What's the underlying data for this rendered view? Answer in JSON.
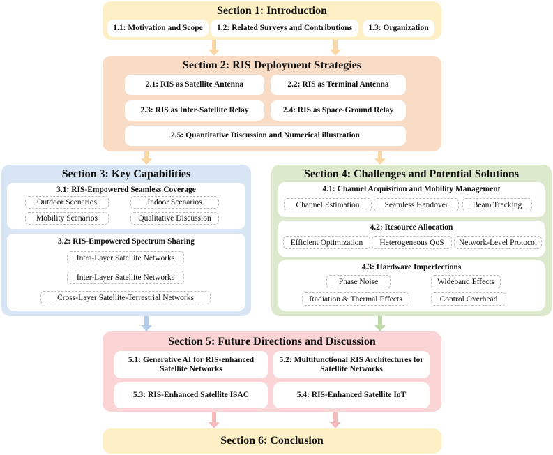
{
  "s1": {
    "title": "Section 1: Introduction",
    "items": [
      "1.1: Motivation and Scope",
      "1.2: Related Surveys and Contributions",
      "1.3: Organization"
    ]
  },
  "s2": {
    "title": "Section 2:  RIS Deployment Strategies",
    "items": [
      "2.1: RIS as Satellite Antenna",
      "2.2: RIS as Terminal Antenna",
      "2.3: RIS as Inter-Satellite Relay",
      "2.4: RIS as Space-Ground Relay",
      "2.5: Quantitative Discussion and Numerical illustration"
    ]
  },
  "s3": {
    "title": "Section 3:  Key Capabilities",
    "g1": {
      "title": "3.1: RIS-Empowered Seamless Coverage",
      "items": [
        "Outdoor Scenarios",
        "Indoor Scenarios",
        "Mobility Scenarios",
        "Qualitative Discussion"
      ]
    },
    "g2": {
      "title": "3.2: RIS-Empowered Spectrum Sharing",
      "items": [
        "Intra-Layer Satellite Networks",
        "Inter-Layer Satellite Networks",
        "Cross-Layer Satellite-Terrestrial Networks"
      ]
    }
  },
  "s4": {
    "title": "Section 4:  Challenges and Potential Solutions",
    "g1": {
      "title": "4.1: Channel Acquisition and Mobility Management",
      "items": [
        "Channel Estimation",
        "Seamless Handover",
        "Beam Tracking"
      ]
    },
    "g2": {
      "title": "4.2: Resource Allocation",
      "items": [
        "Efficient Optimization",
        "Heterogeneous QoS",
        "Network-Level Protocol"
      ]
    },
    "g3": {
      "title": "4.3: Hardware Imperfections",
      "items": [
        "Phase Noise",
        "Wideband Effects",
        "Radiation & Thermal Effects",
        "Control Overhead"
      ]
    }
  },
  "s5": {
    "title": "Section 5:  Future Directions and Discussion",
    "items": [
      "5.1: Generative AI for RIS-enhanced Satellite Networks",
      "5.2: Multifunctional RIS Architectures for Satellite Networks",
      "5.3: RIS-Enhanced Satellite ISAC",
      "5.4: RIS-Enhanced Satellite IoT"
    ]
  },
  "s6": {
    "title": "Section 6: Conclusion"
  }
}
